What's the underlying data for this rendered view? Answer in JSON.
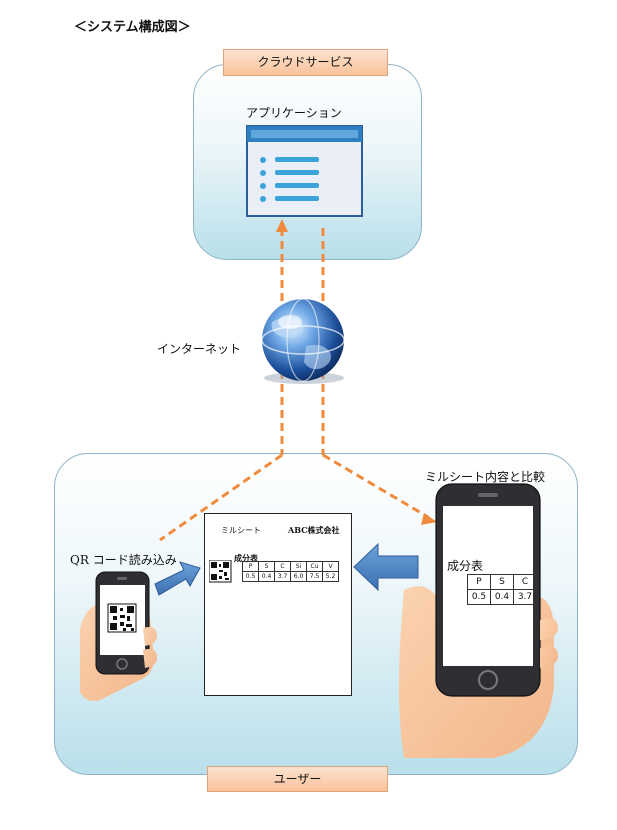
{
  "title": "＜システム構成図＞",
  "cloud": {
    "tag": "クラウドサービス",
    "app_label": "アプリケーション"
  },
  "internet_label": "インターネット",
  "user": {
    "tag": "ユーザー",
    "qr_label": "QR コード読み込み",
    "compare_label": "ミルシート内容と比較"
  },
  "mill_sheet": {
    "title": "ミルシート",
    "company": "ABC株式会社",
    "table_title": "成分表",
    "headers": [
      "P",
      "S",
      "C",
      "Si",
      "Cu",
      "V"
    ],
    "values": [
      "0.5",
      "0.4",
      "3.7",
      "6.0",
      "7.5",
      "5.2"
    ]
  },
  "phone_screen": {
    "table_title": "成分表",
    "headers": [
      "P",
      "S",
      "C"
    ],
    "values": [
      "0.5",
      "0.4",
      "3.7"
    ]
  },
  "colors": {
    "dashed_link": "#f08a3c",
    "arrow_fill": "#4f86c6",
    "app_header": "#2f7fc1",
    "app_lines": "#3aa3d9",
    "panel_border": "#8fb3c8",
    "tag_fill": "#fbd0b0"
  }
}
